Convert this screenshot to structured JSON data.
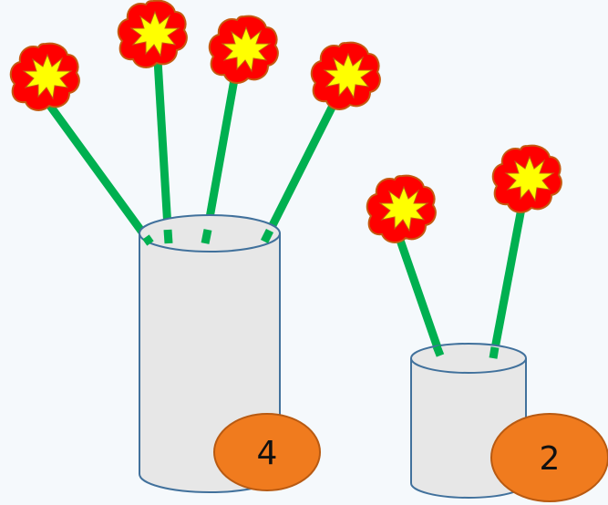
{
  "scene": {
    "background_color": "#f5f9fc",
    "stem_color": "#00b050",
    "petal_color": "#ff0000",
    "center_color": "#ffff00",
    "flower_outline_color": "#c55a11",
    "vase_fill_color": "#e7e7e7",
    "vase_outline_color": "#41719c",
    "badge_fill_color": "#f07b1e",
    "badge_outline_color": "#b85a12"
  },
  "vases": [
    {
      "name": "large-vase",
      "flower_count": 4,
      "badge_label": "4"
    },
    {
      "name": "small-vase",
      "flower_count": 2,
      "badge_label": "2"
    }
  ]
}
